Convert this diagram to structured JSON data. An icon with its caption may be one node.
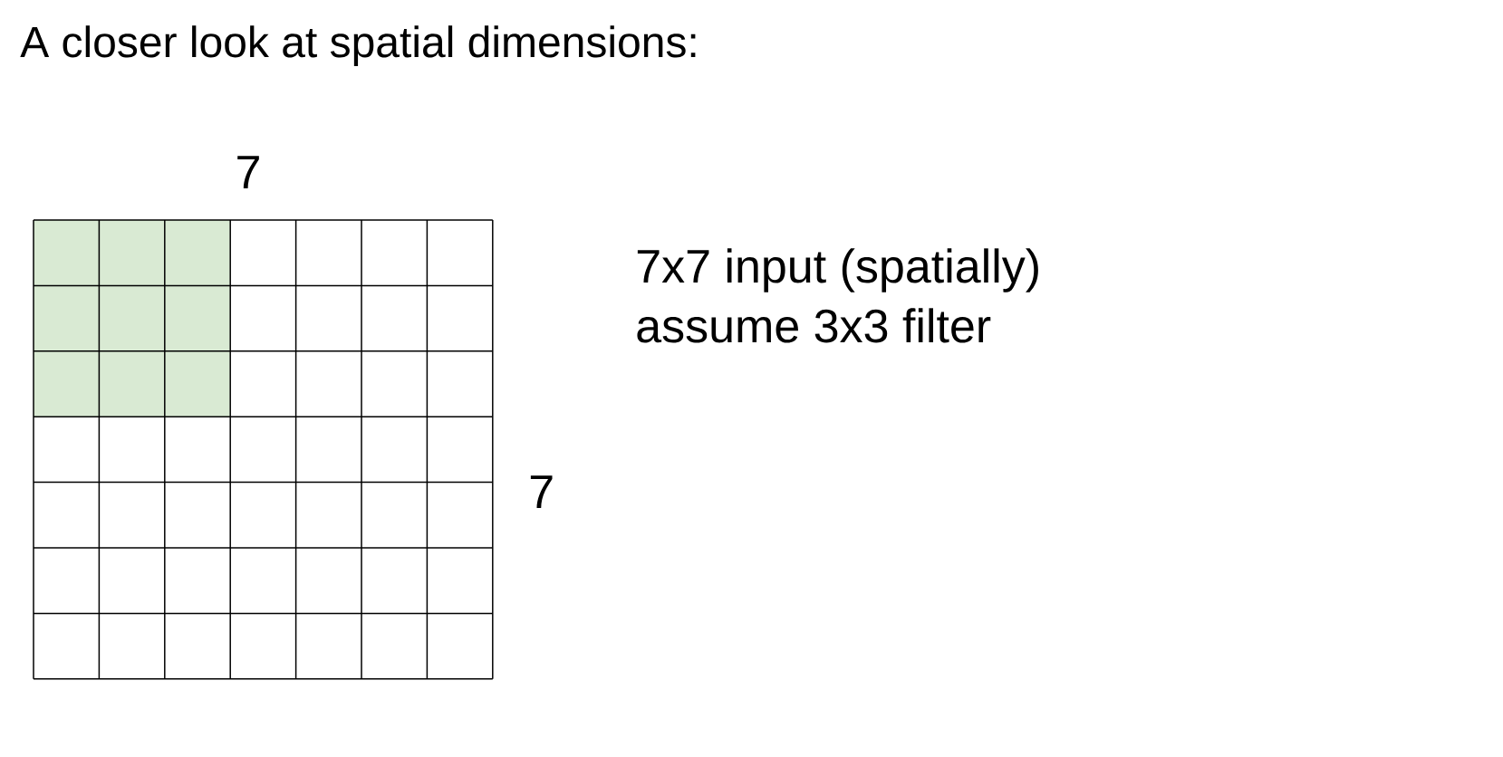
{
  "diagram": {
    "title": "A closer look at spatial dimensions:",
    "labels": [
      "7",
      "7",
      "7x7 input (spatially)",
      "assume 3x3 filter"
    ]
  }
}
